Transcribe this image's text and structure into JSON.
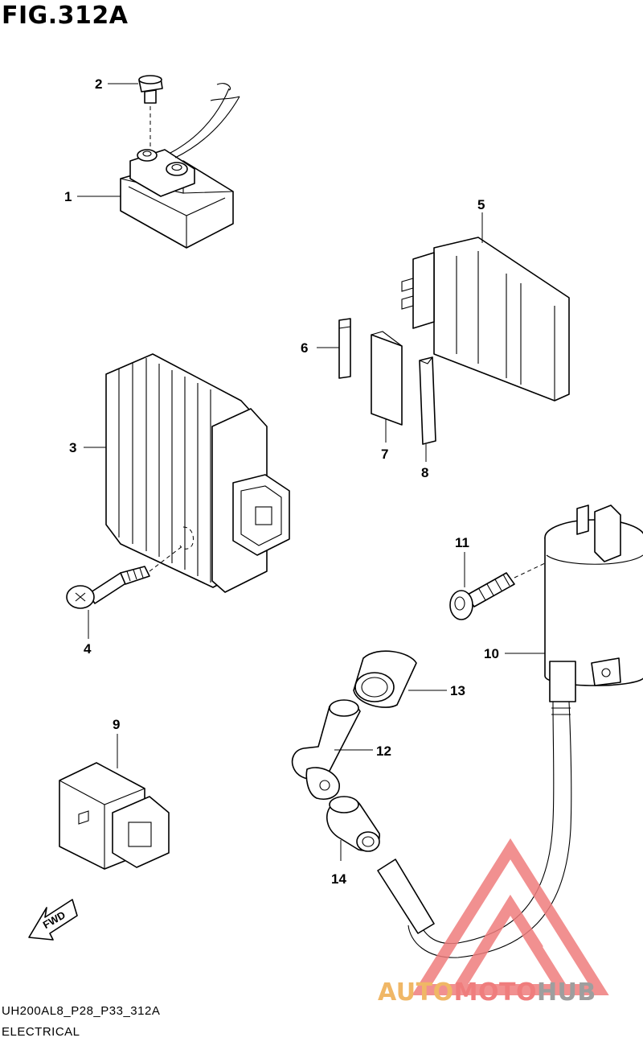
{
  "figure": {
    "title": "FIG.312A"
  },
  "callouts": {
    "c1": "1",
    "c2": "2",
    "c3": "3",
    "c4": "4",
    "c5": "5",
    "c6": "6",
    "c7": "7",
    "c8": "8",
    "c9": "9",
    "c10": "10",
    "c11": "11",
    "c12": "12",
    "c13": "13",
    "c14": "14"
  },
  "fwd_label": "FWD",
  "footer": {
    "code": "UH200AL8_P28_P33_312A",
    "section": "ELECTRICAL"
  },
  "watermark": {
    "part1": "AUTO",
    "part2": "MOTO",
    "part3": "HUB",
    "colors": {
      "auto": "#f0b766",
      "moto": "#ef7d7d",
      "hub": "#9e9e9e",
      "logo": "#ef7d7d"
    }
  },
  "icons": {
    "direction": "fwd-arrow-icon"
  }
}
